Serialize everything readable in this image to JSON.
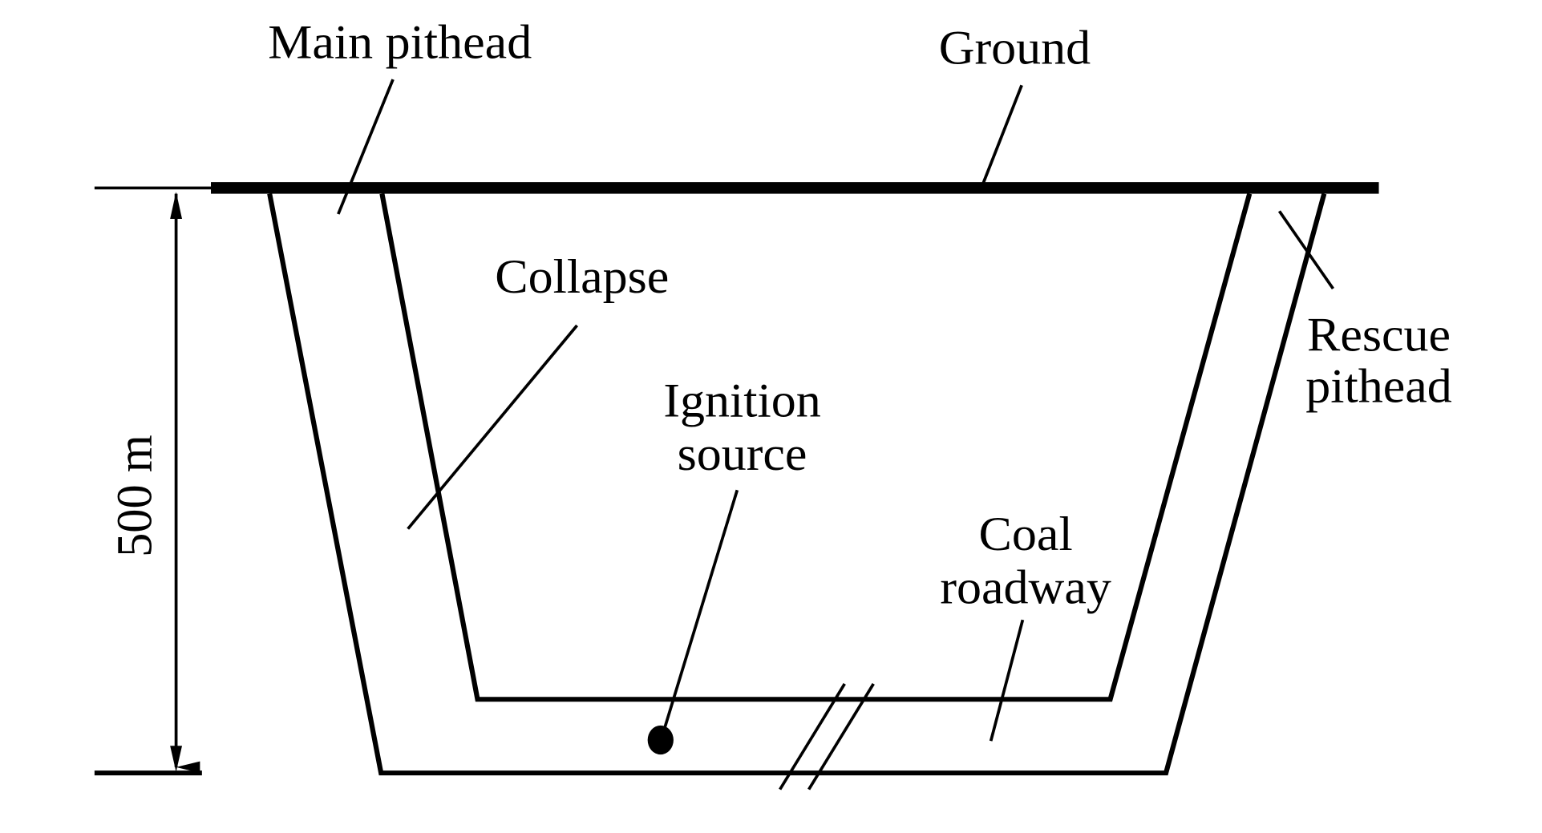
{
  "diagram": {
    "colors": {
      "ink": "#000000",
      "background": "#ffffff"
    },
    "labels": {
      "main_pithead": "Main pithead",
      "ground": "Ground",
      "collapse": "Collapse",
      "rescue_pithead_line1": "Rescue",
      "rescue_pithead_line2": "pithead",
      "ignition_source_line1": "Ignition",
      "ignition_source_line2": "source",
      "coal_roadway_line1": "Coal",
      "coal_roadway_line2": "roadway",
      "depth": "500 m"
    },
    "depth_value_m": 500
  }
}
